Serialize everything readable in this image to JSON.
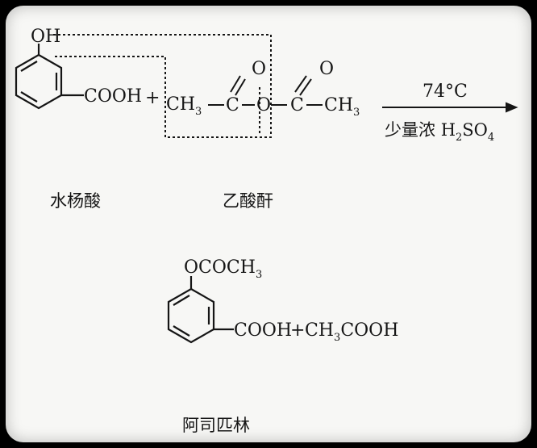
{
  "reactant1": {
    "hydroxyl": "OH",
    "carboxyl": "COOH",
    "name": "水杨酸"
  },
  "plus": "+",
  "reactant2": {
    "left_methyl": "CH",
    "left_methyl_sub": "3",
    "carbon": "C",
    "oxygen": "O",
    "carbonyl_o": "O",
    "right_methyl": "CH",
    "right_methyl_sub": "3",
    "name": "乙酸酐"
  },
  "condition": {
    "temperature": "74°C",
    "catalyst_prefix": "少量浓 ",
    "catalyst_h": "H",
    "catalyst_h_sub": "2",
    "catalyst_so": "SO",
    "catalyst_so_sub": "4"
  },
  "product": {
    "ester_group": "OCOCH",
    "ester_sub": "3",
    "carboxyl": "COOH",
    "plus": "+",
    "byproduct_a": "CH",
    "byproduct_a_sub": "3",
    "byproduct_b": "COOH",
    "name": "阿司匹林"
  }
}
